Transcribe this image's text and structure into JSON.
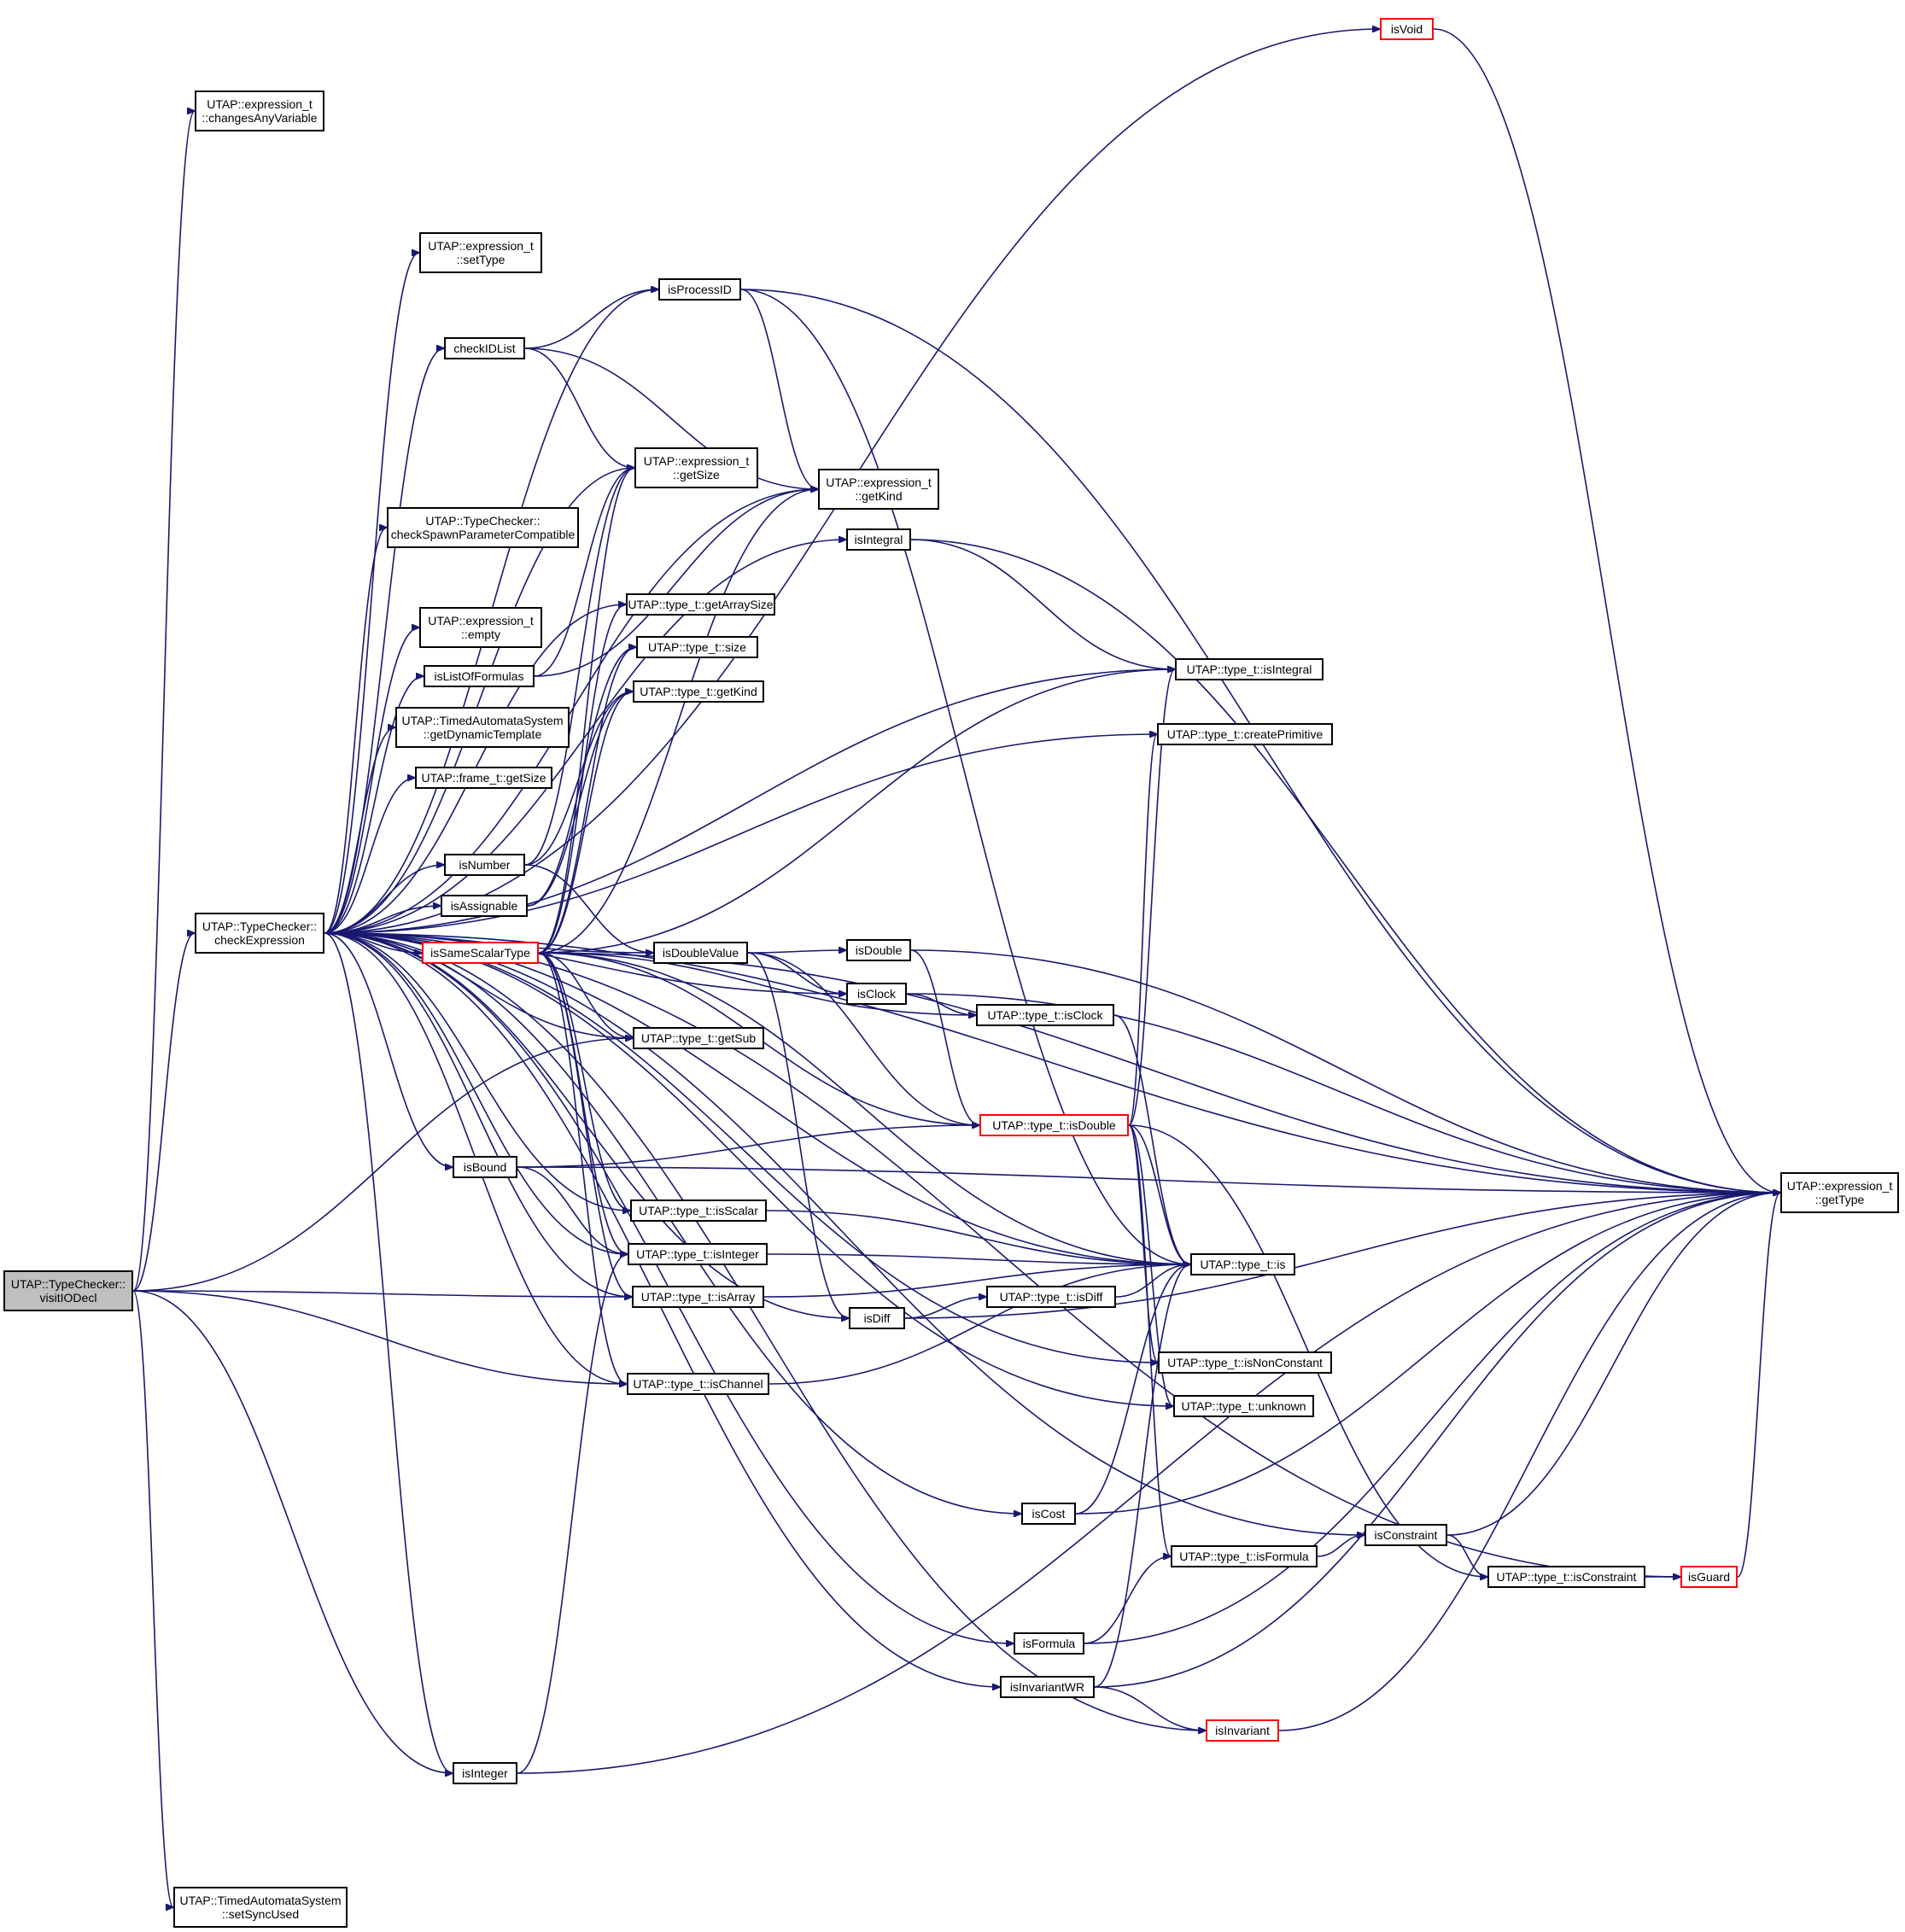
{
  "colors": {
    "edge": "#191970",
    "root_fill": "#bfbfbf",
    "node_border": "#000000",
    "truncated_border": "#ff0000"
  },
  "nodes": {
    "visitIODecl": [
      "UTAP::TypeChecker::",
      "visitIODecl"
    ],
    "changesAnyVariable": [
      "UTAP::expression_t",
      "::changesAnyVariable"
    ],
    "checkExpression": [
      "UTAP::TypeChecker::",
      "checkExpression"
    ],
    "setSyncUsed": [
      "UTAP::TimedAutomataSystem",
      "::setSyncUsed"
    ],
    "setType": [
      "UTAP::expression_t",
      "::setType"
    ],
    "checkIDList": [
      "checkIDList"
    ],
    "isProcessID": [
      "isProcessID"
    ],
    "exprGetSize": [
      "UTAP::expression_t",
      "::getSize"
    ],
    "exprGetKind": [
      "UTAP::expression_t",
      "::getKind"
    ],
    "checkSpawn": [
      "UTAP::TypeChecker::",
      "checkSpawnParameterCompatible"
    ],
    "exprEmpty": [
      "UTAP::expression_t",
      "::empty"
    ],
    "isListOfFormulas": [
      "isListOfFormulas"
    ],
    "getDynamicTemplate": [
      "UTAP::TimedAutomataSystem",
      "::getDynamicTemplate"
    ],
    "frameGetSize": [
      "UTAP::frame_t::getSize"
    ],
    "isNumber": [
      "isNumber"
    ],
    "isAssignable": [
      "isAssignable"
    ],
    "isSameScalarType": [
      "isSameScalarType"
    ],
    "isBound": [
      "isBound"
    ],
    "isIntegerFn": [
      "isInteger"
    ],
    "isIntegral": [
      "isIntegral"
    ],
    "getArraySize": [
      "UTAP::type_t::getArraySize"
    ],
    "typeSize": [
      "UTAP::type_t::size"
    ],
    "typeGetKind": [
      "UTAP::type_t::getKind"
    ],
    "isDoubleValue": [
      "isDoubleValue"
    ],
    "typeGetSub": [
      "UTAP::type_t::getSub"
    ],
    "typeIsScalar": [
      "UTAP::type_t::isScalar"
    ],
    "typeIsInteger": [
      "UTAP::type_t::isInteger"
    ],
    "typeIsArray": [
      "UTAP::type_t::isArray"
    ],
    "typeIsChannel": [
      "UTAP::type_t::isChannel"
    ],
    "isDouble": [
      "isDouble"
    ],
    "isClock": [
      "isClock"
    ],
    "typeIsClock": [
      "UTAP::type_t::isClock"
    ],
    "typeIsDouble": [
      "UTAP::type_t::isDouble"
    ],
    "isDiff": [
      "isDiff"
    ],
    "typeIsDiff": [
      "UTAP::type_t::isDiff"
    ],
    "isCost": [
      "isCost"
    ],
    "isFormula": [
      "isFormula"
    ],
    "isInvariantWR": [
      "isInvariantWR"
    ],
    "isVoid": [
      "isVoid"
    ],
    "typeIsIntegral": [
      "UTAP::type_t::isIntegral"
    ],
    "createPrimitive": [
      "UTAP::type_t::createPrimitive"
    ],
    "typeIs": [
      "UTAP::type_t::is"
    ],
    "typeIsNonConstant": [
      "UTAP::type_t::isNonConstant"
    ],
    "typeUnknown": [
      "UTAP::type_t::unknown"
    ],
    "typeIsConstraint": [
      "UTAP::type_t::isConstraint"
    ],
    "typeIsFormula": [
      "UTAP::type_t::isFormula"
    ],
    "isConstraint": [
      "isConstraint"
    ],
    "isInvariant": [
      "isInvariant"
    ],
    "isGuard": [
      "isGuard"
    ],
    "exprGetType": [
      "UTAP::expression_t",
      "::getType"
    ]
  },
  "edges": [
    [
      "visitIODecl",
      "changesAnyVariable"
    ],
    [
      "visitIODecl",
      "checkExpression"
    ],
    [
      "visitIODecl",
      "isIntegerFn"
    ],
    [
      "visitIODecl",
      "typeGetSub"
    ],
    [
      "visitIODecl",
      "typeIsArray"
    ],
    [
      "visitIODecl",
      "typeIsChannel"
    ],
    [
      "visitIODecl",
      "setSyncUsed"
    ],
    [
      "checkExpression",
      "isVoid"
    ],
    [
      "checkExpression",
      "exprGetType"
    ],
    [
      "checkExpression",
      "setType"
    ],
    [
      "checkExpression",
      "isProcessID"
    ],
    [
      "checkExpression",
      "checkIDList"
    ],
    [
      "checkExpression",
      "exprGetSize"
    ],
    [
      "checkExpression",
      "exprGetKind"
    ],
    [
      "checkExpression",
      "isIntegral"
    ],
    [
      "checkExpression",
      "checkSpawn"
    ],
    [
      "checkExpression",
      "getArraySize"
    ],
    [
      "checkExpression",
      "exprEmpty"
    ],
    [
      "checkExpression",
      "isListOfFormulas"
    ],
    [
      "checkExpression",
      "getDynamicTemplate"
    ],
    [
      "checkExpression",
      "frameGetSize"
    ],
    [
      "checkExpression",
      "isNumber"
    ],
    [
      "checkExpression",
      "isAssignable"
    ],
    [
      "checkExpression",
      "isSameScalarType"
    ],
    [
      "checkExpression",
      "isDoubleValue"
    ],
    [
      "checkExpression",
      "typeGetSub"
    ],
    [
      "checkExpression",
      "isClock"
    ],
    [
      "checkExpression",
      "isBound"
    ],
    [
      "checkExpression",
      "typeIsScalar"
    ],
    [
      "checkExpression",
      "typeIsInteger"
    ],
    [
      "checkExpression",
      "typeIsArray"
    ],
    [
      "checkExpression",
      "isDiff"
    ],
    [
      "checkExpression",
      "typeIsChannel"
    ],
    [
      "checkExpression",
      "typeIsNonConstant"
    ],
    [
      "checkExpression",
      "typeUnknown"
    ],
    [
      "checkExpression",
      "isCost"
    ],
    [
      "checkExpression",
      "isConstraint"
    ],
    [
      "checkExpression",
      "isGuard"
    ],
    [
      "checkExpression",
      "isFormula"
    ],
    [
      "checkExpression",
      "isInvariantWR"
    ],
    [
      "checkExpression",
      "isInvariant"
    ],
    [
      "checkExpression",
      "isIntegerFn"
    ],
    [
      "checkExpression",
      "typeIsIntegral"
    ],
    [
      "checkExpression",
      "createPrimitive"
    ],
    [
      "checkExpression",
      "typeIs"
    ],
    [
      "checkIDList",
      "isProcessID"
    ],
    [
      "checkIDList",
      "exprGetKind"
    ],
    [
      "checkIDList",
      "exprGetSize"
    ],
    [
      "isProcessID",
      "exprGetKind"
    ],
    [
      "isProcessID",
      "exprGetType"
    ],
    [
      "isProcessID",
      "typeIs"
    ],
    [
      "isIntegral",
      "exprGetType"
    ],
    [
      "isIntegral",
      "typeIsIntegral"
    ],
    [
      "isListOfFormulas",
      "exprGetSize"
    ],
    [
      "isListOfFormulas",
      "exprGetKind"
    ],
    [
      "isNumber",
      "exprGetSize"
    ],
    [
      "isNumber",
      "isDoubleValue"
    ],
    [
      "isNumber",
      "typeGetKind"
    ],
    [
      "isAssignable",
      "typeSize"
    ],
    [
      "isAssignable",
      "typeGetKind"
    ],
    [
      "isSameScalarType",
      "typeIsIntegral"
    ],
    [
      "isSameScalarType",
      "exprGetType"
    ],
    [
      "isSameScalarType",
      "typeIs"
    ],
    [
      "isSameScalarType",
      "getArraySize"
    ],
    [
      "isSameScalarType",
      "typeSize"
    ],
    [
      "isSameScalarType",
      "typeGetKind"
    ],
    [
      "isSameScalarType",
      "typeGetSub"
    ],
    [
      "isSameScalarType",
      "typeIsScalar"
    ],
    [
      "isSameScalarType",
      "typeIsInteger"
    ],
    [
      "isSameScalarType",
      "typeIsArray"
    ],
    [
      "isSameScalarType",
      "typeIsChannel"
    ],
    [
      "isSameScalarType",
      "typeIsDouble"
    ],
    [
      "isSameScalarType",
      "typeIsClock"
    ],
    [
      "isSameScalarType",
      "exprGetSize"
    ],
    [
      "isSameScalarType",
      "exprGetKind"
    ],
    [
      "isDoubleValue",
      "isDouble"
    ],
    [
      "isDoubleValue",
      "isClock"
    ],
    [
      "isDoubleValue",
      "isDiff"
    ],
    [
      "isDoubleValue",
      "typeIsDouble"
    ],
    [
      "isDouble",
      "exprGetType"
    ],
    [
      "isDouble",
      "typeIsDouble"
    ],
    [
      "isClock",
      "exprGetType"
    ],
    [
      "isClock",
      "typeIsClock"
    ],
    [
      "typeIsClock",
      "typeIs"
    ],
    [
      "typeIsDouble",
      "typeIsIntegral"
    ],
    [
      "typeIsDouble",
      "createPrimitive"
    ],
    [
      "typeIsDouble",
      "typeIs"
    ],
    [
      "typeIsDouble",
      "typeIsNonConstant"
    ],
    [
      "typeIsDouble",
      "typeUnknown"
    ],
    [
      "typeIsDouble",
      "typeIsConstraint"
    ],
    [
      "typeIsDouble",
      "typeIsFormula"
    ],
    [
      "isBound",
      "exprGetType"
    ],
    [
      "isBound",
      "typeIsDouble"
    ],
    [
      "isBound",
      "typeIsInteger"
    ],
    [
      "typeIsScalar",
      "typeIs"
    ],
    [
      "typeIsInteger",
      "typeIs"
    ],
    [
      "typeIsArray",
      "typeIs"
    ],
    [
      "typeIsChannel",
      "typeIs"
    ],
    [
      "isDiff",
      "typeIsDiff"
    ],
    [
      "isDiff",
      "exprGetType"
    ],
    [
      "typeIsDiff",
      "typeIs"
    ],
    [
      "isCost",
      "exprGetType"
    ],
    [
      "isCost",
      "typeIs"
    ],
    [
      "isConstraint",
      "typeIsConstraint"
    ],
    [
      "isConstraint",
      "exprGetType"
    ],
    [
      "typeIsConstraint",
      "isGuard"
    ],
    [
      "isGuard",
      "exprGetType"
    ],
    [
      "typeIsFormula",
      "isConstraint"
    ],
    [
      "isFormula",
      "typeIsFormula"
    ],
    [
      "isFormula",
      "exprGetType"
    ],
    [
      "isInvariantWR",
      "isInvariant"
    ],
    [
      "isInvariantWR",
      "exprGetType"
    ],
    [
      "isInvariantWR",
      "typeIs"
    ],
    [
      "isInvariant",
      "exprGetType"
    ],
    [
      "isIntegerFn",
      "exprGetType"
    ],
    [
      "isIntegerFn",
      "typeIsInteger"
    ],
    [
      "isVoid",
      "exprGetType"
    ]
  ]
}
